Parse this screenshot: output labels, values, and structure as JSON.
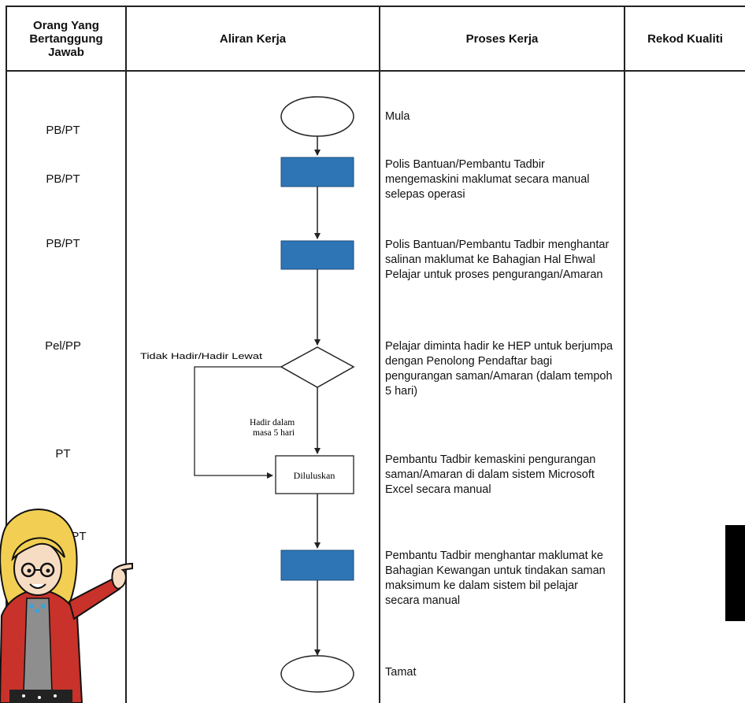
{
  "headers": {
    "responsible": "Orang Yang Bertanggung Jawab",
    "workflow": "Aliran Kerja",
    "process": "Proses Kerja",
    "quality": "Rekod Kualiti"
  },
  "roles": [
    "PB/PT",
    "PB/PT",
    "PB/PT",
    "Pel/PP",
    "PT",
    "PT"
  ],
  "steps": [
    "Mula",
    "Polis Bantuan/Pembantu Tadbir mengemaskini maklumat secara manual selepas operasi",
    "Polis Bantuan/Pembantu Tadbir menghantar salinan maklumat ke Bahagian Hal Ehwal Pelajar untuk proses pengurangan/Amaran",
    "Pelajar diminta hadir ke HEP untuk berjumpa dengan Penolong Pendaftar bagi pengurangan saman/Amaran (dalam tempoh 5 hari)",
    "Pembantu Tadbir kemaskini pengurangan saman/Amaran di dalam sistem Microsoft Excel secara manual",
    "Pembantu Tadbir menghantar maklumat ke Bahagian Kewangan untuk tindakan saman maksimum ke dalam sistem bil pelajar secara manual",
    "Tamat"
  ],
  "flow": {
    "no_branch_label": "Tidak Hadir/Hadir Lewat",
    "yes_branch_label_line1": "Hadir dalam",
    "yes_branch_label_line2": "masa 5 hari",
    "approved_box": "Diluluskan"
  },
  "colors": {
    "process_box": "#2e75b6",
    "lines": "#222222"
  },
  "decor": {
    "cartoon": "teacher-pointing-cartoon",
    "black_block": "black-rectangle"
  }
}
